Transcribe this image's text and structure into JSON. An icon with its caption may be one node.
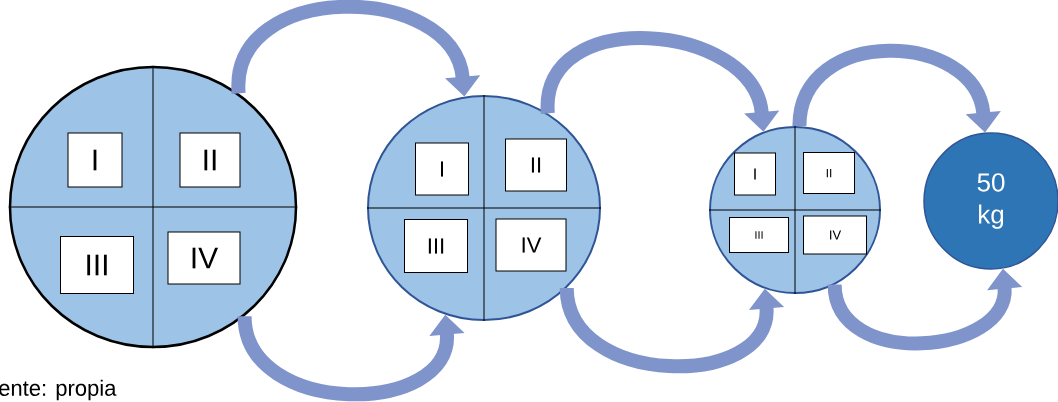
{
  "diagram": {
    "nodes": [
      {
        "text": [],
        "shape": "circle"
      },
      {
        "text": [
          "I"
        ],
        "in": 0
      },
      {
        "text": [
          "II"
        ],
        "in": 0
      },
      {
        "text": [
          "III"
        ],
        "in": 0
      },
      {
        "text": [
          "IV"
        ],
        "in": 0
      },
      {
        "text": [],
        "shape": "circle"
      },
      {
        "text": [
          "I"
        ],
        "in": 5
      },
      {
        "text": [
          "II"
        ],
        "in": 5
      },
      {
        "text": [
          "III"
        ],
        "in": 5
      },
      {
        "text": [
          "IV"
        ],
        "in": 5
      },
      {
        "text": [],
        "shape": "circle"
      },
      {
        "text": [
          "I"
        ],
        "in": 10
      },
      {
        "text": [
          "II"
        ],
        "in": 10
      },
      {
        "text": [
          "III"
        ],
        "in": 10
      },
      {
        "text": [
          "IV"
        ],
        "in": 10
      },
      {
        "text": [
          "50 kg"
        ]
      }
    ],
    "edges": [
      {
        "from": 0,
        "to": 5,
        "arrow": "to"
      },
      {
        "from": 0,
        "to": 5,
        "arrow": "to"
      },
      {
        "from": 5,
        "to": 10,
        "arrow": "to"
      },
      {
        "from": 5,
        "to": 10,
        "arrow": "to"
      },
      {
        "from": 10,
        "to": 15,
        "arrow": "to"
      },
      {
        "from": 10,
        "to": 15,
        "arrow": "to"
      }
    ],
    "labels": [
      "ente: propia"
    ]
  }
}
